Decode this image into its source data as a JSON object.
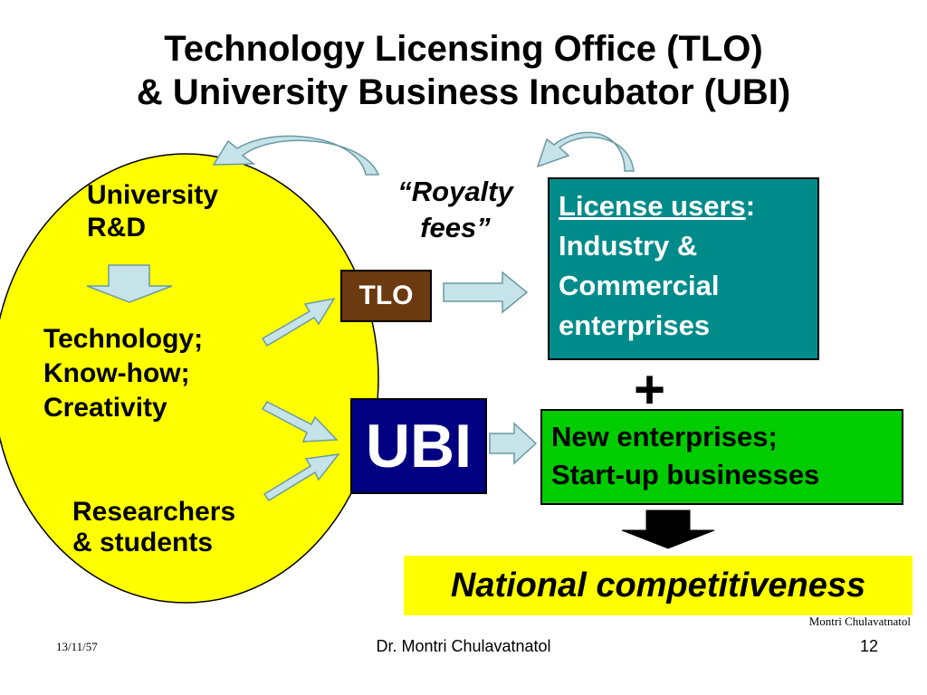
{
  "slide": {
    "title_line1": "Technology Licensing Office (TLO)",
    "title_line2": "& University Business Incubator (UBI)"
  },
  "ellipse": {
    "fill_color": "#ffff00",
    "rnd_line1": "University",
    "rnd_line2": "R&D",
    "tech_line1": "Technology;",
    "tech_line2": "Know-how;",
    "tech_line3": "Creativity",
    "people_line1": "Researchers",
    "people_line2": "& students"
  },
  "royalty": {
    "line1": "“Royalty",
    "line2": "fees”"
  },
  "tlo": {
    "label": "TLO",
    "color": "#6b3a10"
  },
  "ubi": {
    "label": "UBI",
    "color": "#000080"
  },
  "license_users": {
    "heading": "License users",
    "colon": ":",
    "line2": "Industry &",
    "line3": "Commercial",
    "line4": "enterprises",
    "color": "#008b8b"
  },
  "plus_sign": "+",
  "new_enterprises": {
    "line1": "New enterprises;",
    "line2": "Start-up businesses",
    "color": "#00cc00"
  },
  "national": {
    "label": "National competitiveness",
    "color": "#ffff00"
  },
  "arrow_colors": {
    "fill": "#c5e3e8",
    "stroke": "#6a9aa3"
  },
  "watermark": "Montri Chulavatnatol",
  "footer": {
    "date": "13/11/57",
    "author": "Dr. Montri Chulavatnatol",
    "page": "12"
  }
}
